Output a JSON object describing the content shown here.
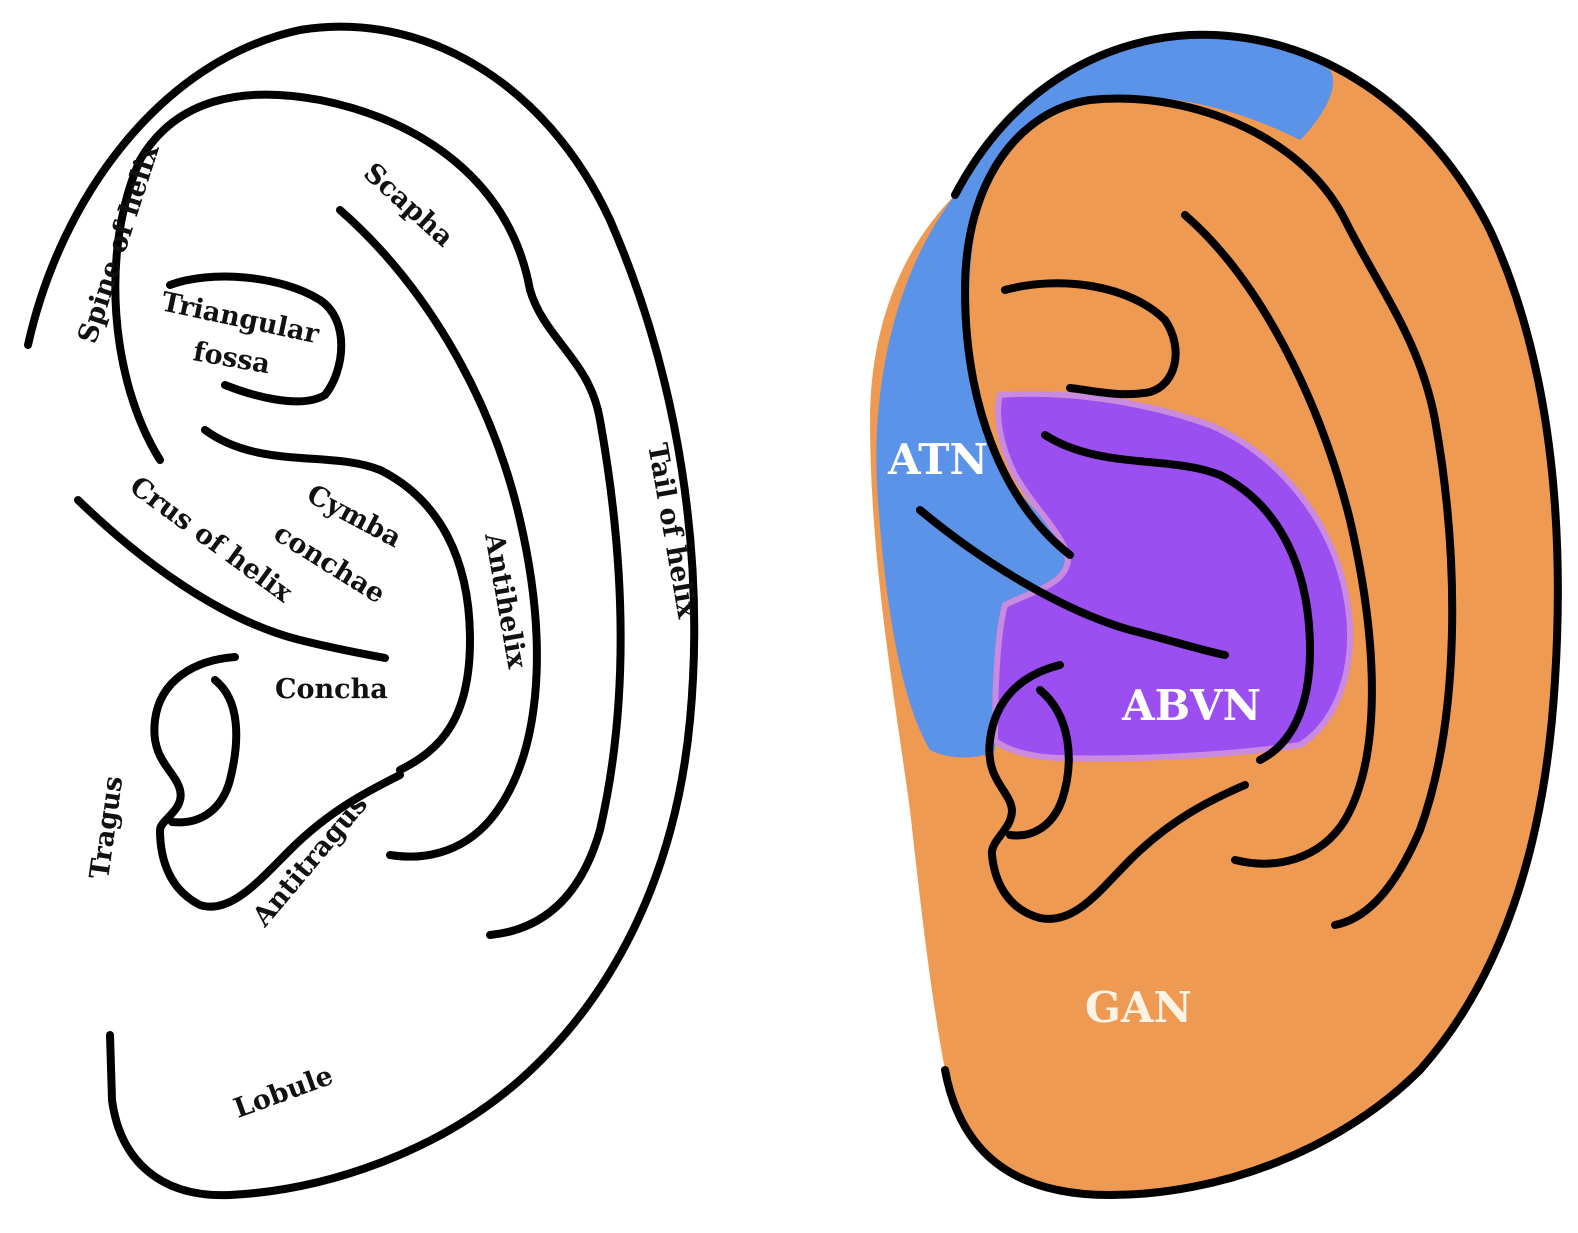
{
  "anatomy_labels": {
    "spine_of_helix": "Spine of helix",
    "scapha": "Scapha",
    "triangular": "Triangular",
    "fossa": "fossa",
    "tail_of_helix": "Tail of helix",
    "cymba": "Cymba",
    "conchae": "conchae",
    "crus_of_helix": "Crus of helix",
    "antihelix": "Antihelix",
    "concha": "Concha",
    "tragus": "Tragus",
    "antitragus": "Antitragus",
    "lobule": "Lobule"
  },
  "innervation_zones": {
    "atn": {
      "label": "ATN",
      "color": "#5b93e8"
    },
    "abvn": {
      "label": "ABVN",
      "color": "#9b4ff0"
    },
    "gan": {
      "label": "GAN",
      "color": "#ef9a52"
    }
  },
  "colors": {
    "outline": "#000000",
    "abvn_border": "#c98adf",
    "zone_text": "#ffffff",
    "gan_text": "#fff3e6"
  }
}
